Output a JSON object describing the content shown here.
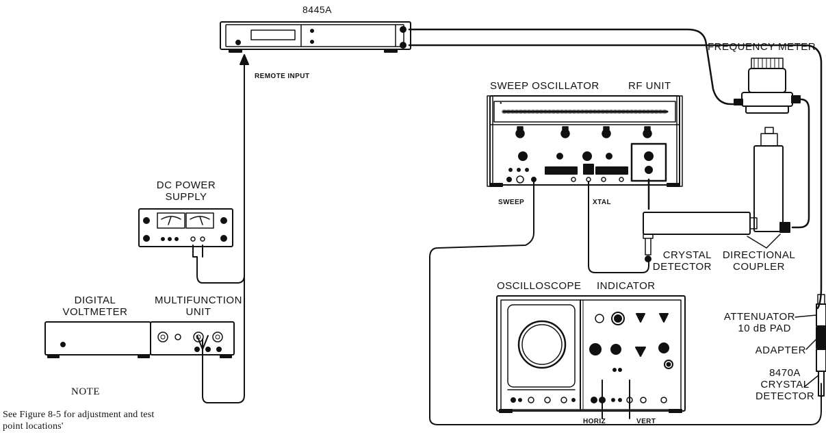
{
  "labels": {
    "model_8445a": "8445A",
    "remote_input": "REMOTE INPUT",
    "frequency_meter": "FREQUENCY METER",
    "sweep_oscillator": "SWEEP OSCILLATOR",
    "rf_unit": "RF UNIT",
    "sweep": "SWEEP",
    "xtal": "XTAL",
    "dc_power_supply_line1": "DC POWER",
    "dc_power_supply_line2": "SUPPLY",
    "digital_voltmeter_line1": "DIGITAL",
    "digital_voltmeter_line2": "VOLTMETER",
    "multifunction_unit_line1": "MULTIFUNCTION",
    "multifunction_unit_line2": "UNIT",
    "crystal_detector_line1": "CRYSTAL",
    "crystal_detector_line2": "DETECTOR",
    "directional_coupler_line1": "DIRECTIONAL",
    "directional_coupler_line2": "COUPLER",
    "oscilloscope": "OSCILLOSCOPE",
    "indicator": "INDICATOR",
    "horiz": "HORIZ",
    "vert": "VERT",
    "attenuator_line1": "ATTENUATOR",
    "attenuator_line2": "10 dB PAD",
    "adapter": "ADAPTER",
    "crystal_8470a_line1": "8470A",
    "crystal_8470a_line2": "CRYSTAL",
    "crystal_8470a_line3": "DETECTOR"
  },
  "note": {
    "title": "NOTE",
    "body": "See Figure 8-5 for adjustment and test point locations'"
  }
}
